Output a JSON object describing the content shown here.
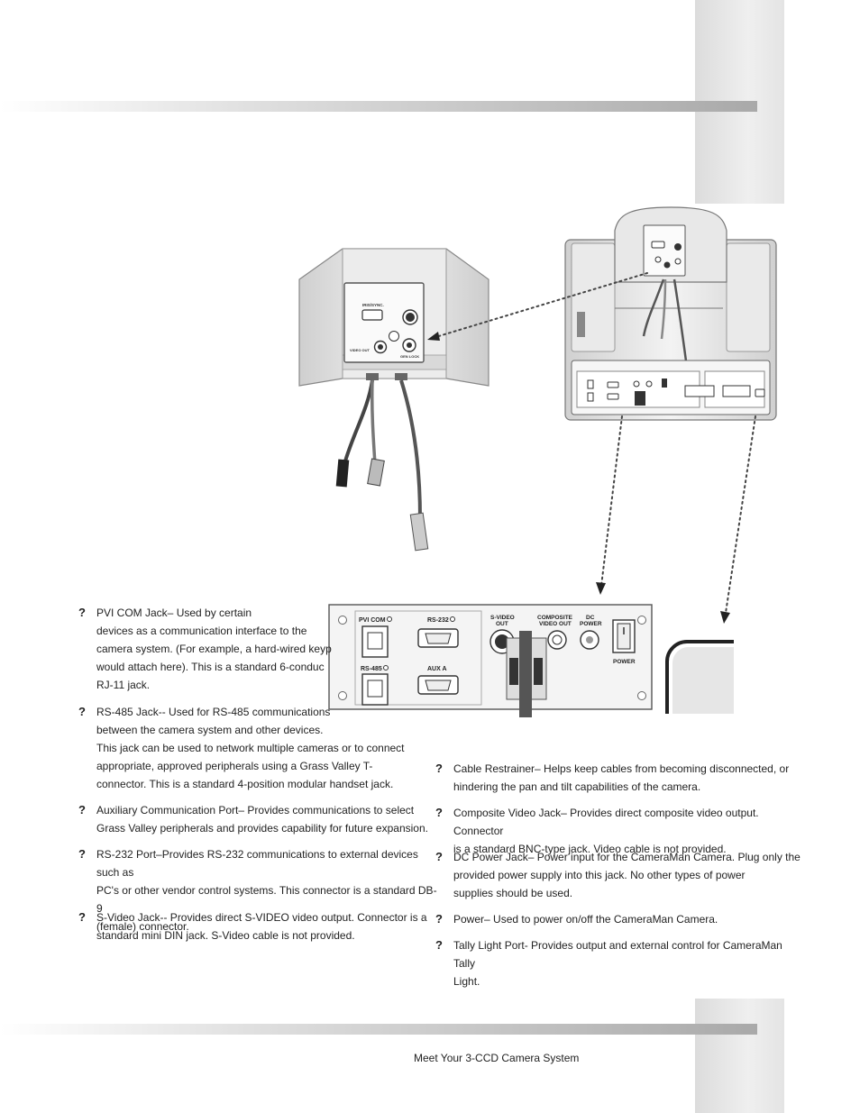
{
  "footer": {
    "text": "Meet Your 3-CCD Camera System"
  },
  "bullet_glyph": "?",
  "camera_head": {
    "labels": {
      "iris_sync": "IRIS/SYNC.",
      "video_out": "VIDEO OUT",
      "gen_lock": "GEN LOCK"
    }
  },
  "panel": {
    "labels": {
      "pvi_com": "PVI COM",
      "rs232": "RS-232",
      "rs485": "RS-485",
      "aux_a": "AUX A",
      "svideo_1": "S-VIDEO",
      "svideo_2": "OUT",
      "composite_1": "COMPOSITE",
      "composite_2": "VIDEO OUT",
      "dc_1": "DC",
      "dc_2": "POWER",
      "power": "POWER"
    }
  },
  "left_items": [
    {
      "lines": [
        "PVI COM Jack– Used by certain",
        "devices as a communication interface to the",
        "camera system. (For example, a hard-wired keyp",
        "would attach here). This is a standard 6-conduc",
        "RJ-11 jack."
      ]
    },
    {
      "lines": [
        "RS-485 Jack-- Used for RS-485 communications",
        "between the camera system and other devices.",
        "This jack can be used to network multiple cameras or to connect",
        "appropriate, approved peripherals using a Grass Valley T-",
        "connector. This is a standard 4-position modular handset jack."
      ]
    },
    {
      "lines": [
        "Auxiliary Communication Port– Provides communications to select",
        "Grass Valley peripherals and provides capability for future expansion."
      ]
    },
    {
      "lines": [
        "RS-232 Port–Provides RS-232 communications to external devices such as",
        "PC's or other vendor control systems. This connector is a standard DB-9",
        "(female) connector."
      ]
    },
    {
      "lines": [
        "S-Video Jack-- Provides direct S-VIDEO video output. Connector is a",
        "standard mini DIN jack. S-Video cable is not provided."
      ]
    }
  ],
  "right_items": [
    {
      "lines": [
        "Cable Restrainer– Helps keep cables from becoming disconnected, or",
        "hindering the pan and tilt capabilities of the camera."
      ]
    },
    {
      "lines": [
        "Composite Video Jack– Provides direct composite video output. Connector",
        "is a standard BNC-type jack. Video cable is not provided."
      ]
    },
    {
      "lines": [
        "DC Power Jack– Power input for the CameraMan Camera. Plug only the",
        "provided power supply into this jack. No other types of power",
        "supplies should be used."
      ]
    },
    {
      "lines": [
        "Power– Used to power on/off the CameraMan Camera."
      ]
    },
    {
      "lines": [
        "Tally Light Port- Provides output and external control for CameraMan Tally",
        "Light."
      ]
    }
  ]
}
